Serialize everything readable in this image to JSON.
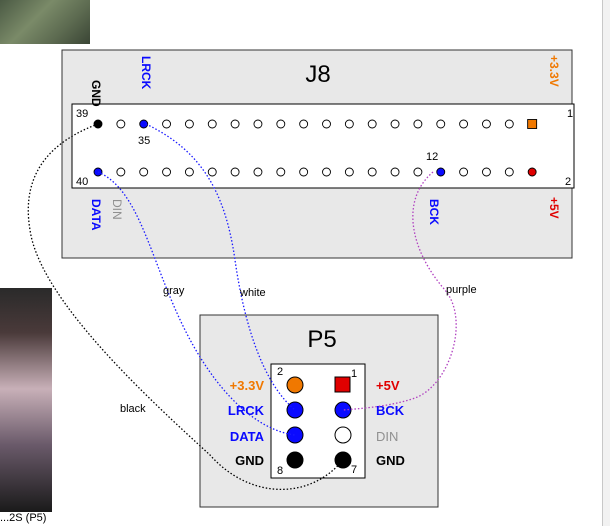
{
  "j8": {
    "title": "J8",
    "rows": {
      "top_first": 39,
      "top_last": 1,
      "bottom_first": 40,
      "bottom_last": 2
    },
    "pin_labels": {
      "p35": "35",
      "p12": "12",
      "p39": "39",
      "p1": "1",
      "p40": "40",
      "p2": "2"
    },
    "signals": {
      "gnd": "GND",
      "lrck": "LRCK",
      "v33": "+3.3V",
      "data": "DATA",
      "din": "DIN",
      "bck": "BCK",
      "v5": "+5V"
    }
  },
  "p5": {
    "title": "P5",
    "pin_labels": {
      "p2": "2",
      "p1": "1",
      "p8": "8",
      "p7": "7"
    },
    "left": [
      "+3.3V",
      "LRCK",
      "DATA",
      "GND"
    ],
    "right": [
      "+5V",
      "BCK",
      "DIN",
      "GND"
    ]
  },
  "wires": {
    "gray": "gray",
    "white": "white",
    "purple": "purple",
    "black": "black"
  },
  "caption": "...2S (P5)",
  "colors": {
    "blue": "#0a0aff",
    "orange": "#f07800",
    "red": "#e00000",
    "purple": "#b040c0",
    "gray_text": "#909090",
    "frame_fill": "#e8e8e8"
  }
}
